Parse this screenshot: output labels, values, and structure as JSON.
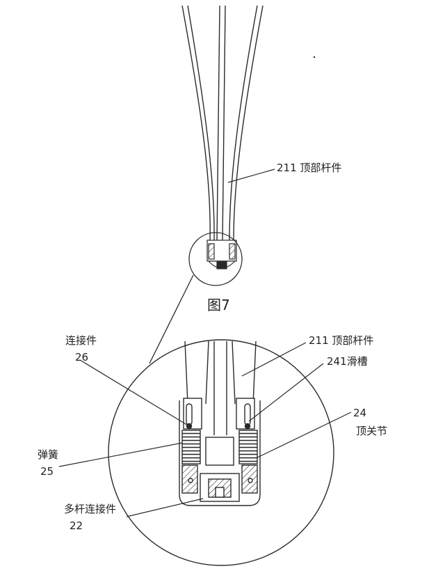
{
  "figure_label": "图7",
  "labels": {
    "top_rod": "211 顶部杆件",
    "top_rod_detail": "211 顶部杆件",
    "connector_name": "连接件",
    "connector_num": "26",
    "slot": "241滑槽",
    "top_joint_num": "24",
    "top_joint_name": "顶关节",
    "spring_name": "弹簧",
    "spring_num": "25",
    "multi_connector_name": "多杆连接件",
    "multi_connector_num": "22"
  },
  "colors": {
    "line": "#2a2a2a",
    "background": "#ffffff"
  }
}
